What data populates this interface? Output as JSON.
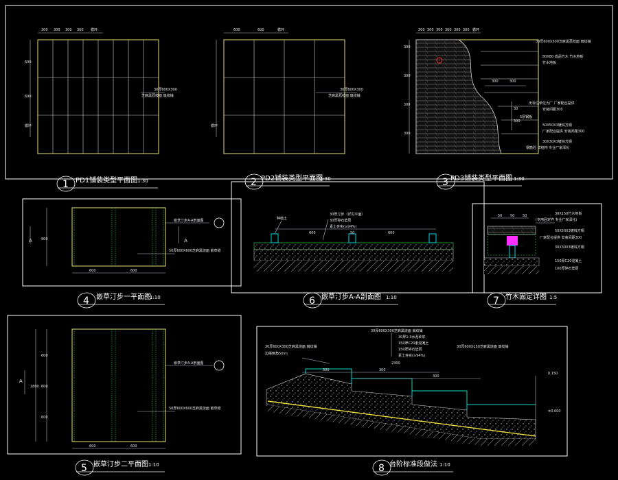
{
  "colors": {
    "frame": "#ffffff",
    "paving": "#e8e070",
    "grid": "#d8d8d8",
    "dim": "#b8c4d0",
    "title": "#ffffff",
    "cyan": "#00d8e8",
    "green": "#30e050",
    "magenta": "#ff30ff",
    "red": "#ff3030",
    "yellowline": "#f0e040"
  },
  "titles": [
    {
      "num": "1",
      "text": "PD1铺装类型平面图",
      "scale": "1:30"
    },
    {
      "num": "2",
      "text": "PD2铺装类型平面图",
      "scale": "1:30"
    },
    {
      "num": "3",
      "text": "PD3铺装类型平面图",
      "scale": "1:30"
    },
    {
      "num": "4",
      "text": "嵌草汀步一平面图",
      "scale": "1:10"
    },
    {
      "num": "5",
      "text": "嵌草汀步二平面图",
      "scale": "1:10"
    },
    {
      "num": "6",
      "text": "嵌草汀步A-A剖面图",
      "scale": "1:10"
    },
    {
      "num": "7",
      "text": "竹木固定详图",
      "scale": "1:5"
    },
    {
      "num": "8",
      "text": "台阶标准段做法",
      "scale": "1:10"
    }
  ],
  "pd1": {
    "dims": [
      "300",
      "300",
      "300",
      "300"
    ],
    "dim_tail": "循环",
    "side_dims": [
      "600",
      "600"
    ],
    "side_tail": "循环",
    "note1": "30厚600X300",
    "note2": "芝麻黑荔枝面 扇纹铺"
  },
  "pd2": {
    "dims": [
      "600",
      "600"
    ],
    "dim_tail": "循环",
    "side_tail": "循环",
    "note1": "30厚600X300",
    "note2": "芝麻黑荔枝面 扇纹铺"
  },
  "pd3": {
    "dims": [
      "300",
      "300",
      "300",
      "300",
      "300",
      "300"
    ],
    "dim_tail": "循环",
    "side_dims": [
      "300",
      "300",
      "300",
      "300"
    ],
    "inner_dims": [
      "300",
      "300"
    ],
    "vert_dims": [
      "30",
      "300"
    ],
    "mark": "5厚钢板",
    "notes": [
      "30厚600X300芝麻黑荔枝面 扇纹铺",
      "80X80 成品竹木 竹木地板",
      "竹木地板",
      "无标注单位为厂 厂家配合提供",
      "安装间距300",
      "50X50X3镀锌方钢",
      "厂家配合提供 安装间距300",
      "30X30X3镀锌方钢",
      "钢筋砼 详结构 专业厂家深化"
    ]
  },
  "p4": {
    "side_main": "900",
    "bottom_dims": [
      "600",
      "600"
    ],
    "label_a": "A",
    "note1": "嵌草汀步A-A剖面图",
    "note2": "50厚600X600芝麻黑烧面 嵌草缝"
  },
  "p5": {
    "side_main": "1800",
    "side_dims": [
      "600",
      "600",
      "600"
    ],
    "bottom_dims": [
      "600",
      "600"
    ],
    "label_a": "A",
    "note1": "嵌草汀步A-A剖面图",
    "note2": "50厚600X600芝麻黑烧面 嵌草缝"
  },
  "p6": {
    "dims": [
      "600",
      "50",
      "600"
    ],
    "label1": "种植土",
    "notes": [
      "30厚汀步（详见平面）",
      "30厚碎石垫层",
      "素土夯实(≥94%)"
    ]
  },
  "p7": {
    "dims": [
      "50",
      "50",
      "50"
    ],
    "notes": [
      "30X150竹木地板",
      "(专用固定件 专业厂家深化)",
      "50X50X3镀锌方钢",
      "厂家配合提供 安装间距300",
      "30X30X3镀锌方钢",
      "150厚C20混凝土",
      "100厚碎石垫层"
    ]
  },
  "p8": {
    "dims_top": [
      "300",
      "300",
      "300"
    ],
    "total": "2300",
    "level_top": "0.150",
    "level_bottom": "±0.000",
    "notes_top": [
      "30厚600X300芝麻黑烧面 扇纹铺",
      "30厚1:3水泥砂浆",
      "150厚C20素混凝土",
      "150厚碎石垫层",
      "素土夯实(≥94%)"
    ],
    "note_left1": "30厚600X300芝麻黑烧面 扇纹铺",
    "note_left2": "边缘倒角5mm",
    "note_right": "30厚600X150芝麻黑烧面 扇纹铺"
  }
}
